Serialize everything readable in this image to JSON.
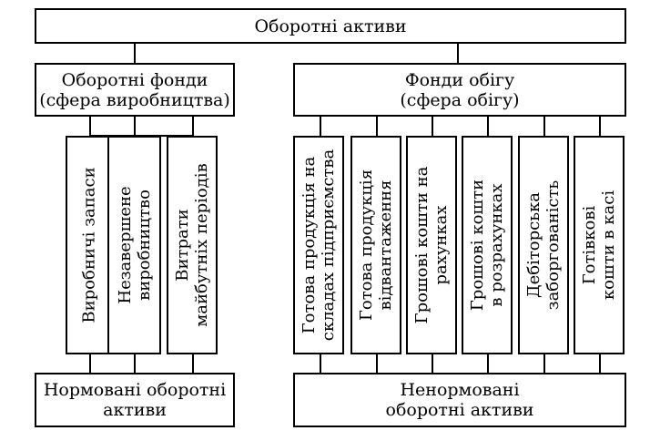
{
  "root": {
    "label": "Оборотні активи"
  },
  "left_group": {
    "label_line1": "Оборотні фонди",
    "label_line2": "(сфера виробництва)",
    "items": [
      {
        "line1": "Виробничі запаси",
        "line2": ""
      },
      {
        "line1": "Незавершене",
        "line2": "виробництво"
      },
      {
        "line1": "Витрати",
        "line2": "майбутніх періодів"
      }
    ],
    "bottom_line1": "Нормовані оборотні",
    "bottom_line2": "активи"
  },
  "right_group": {
    "label_line1": "Фонди обігу",
    "label_line2": "(сфера обігу)",
    "items": [
      {
        "line1": "Готова продукція на",
        "line2": "складах підприємства"
      },
      {
        "line1": "Готова продукція",
        "line2": "відвантаження"
      },
      {
        "line1": "Грошові кошти на",
        "line2": "рахунках"
      },
      {
        "line1": "Грошові кошти",
        "line2": "в розрахунках"
      },
      {
        "line1": "Дебіторська",
        "line2": "заборгованість"
      },
      {
        "line1": "Готівкові",
        "line2": "кошти в касі"
      }
    ],
    "bottom_line1": "Ненормовані",
    "bottom_line2": "оборотні активи"
  }
}
